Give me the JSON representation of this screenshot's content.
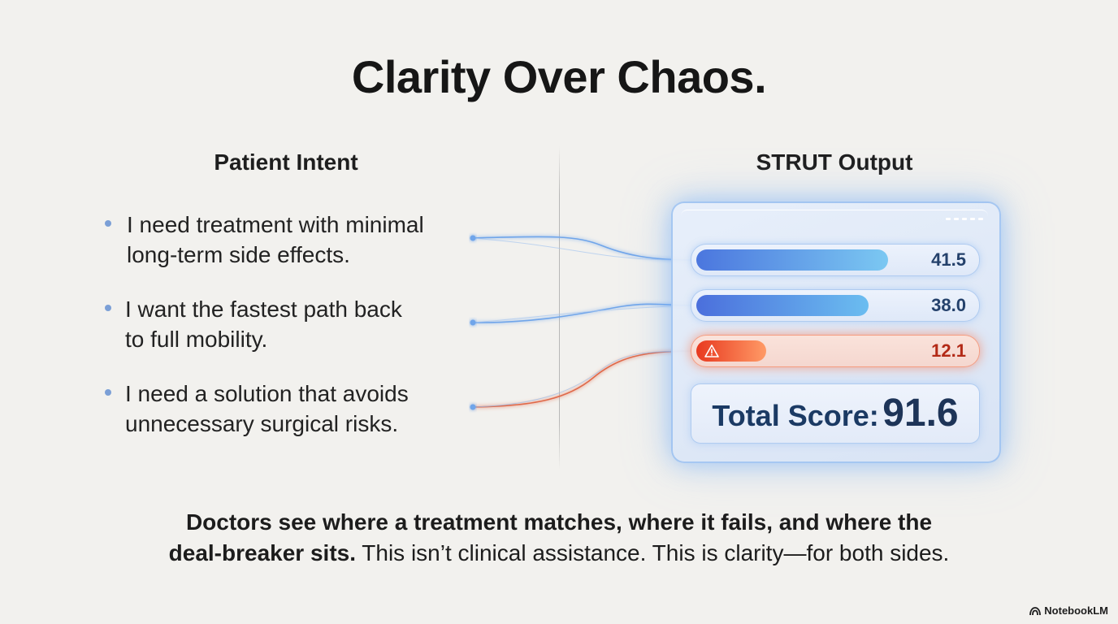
{
  "title": "Clarity Over Chaos.",
  "left_column": {
    "heading": "Patient Intent",
    "items": [
      {
        "line1": "I need treatment with minimal",
        "line2": "long-term side effects."
      },
      {
        "line1": "I want the fastest path back",
        "line2": "to full mobility."
      },
      {
        "line1": "I need a solution that avoids",
        "line2": "unnecessary surgical risks."
      }
    ]
  },
  "right_column": {
    "heading": "STRUT Output",
    "scores": [
      {
        "value": "41.5",
        "fill_fraction": 0.69,
        "status": "normal"
      },
      {
        "value": "38.0",
        "fill_fraction": 0.62,
        "status": "normal"
      },
      {
        "value": "12.1",
        "fill_fraction": 0.25,
        "status": "deal-breaker"
      }
    ],
    "total_label": "Total Score:",
    "total_value": "91.6"
  },
  "footer": {
    "bold_line1": "Doctors see where a treatment matches, where it fails, and where the",
    "bold_line2": "deal-breaker sits.",
    "normal_tail": " This isn’t clinical assistance. This is clarity—for both sides."
  },
  "brand": "NotebookLM",
  "colors": {
    "accent_blue": "#4f7fe0",
    "accent_light_blue": "#7cc6f2",
    "warn_red": "#e84a2c",
    "warn_orange": "#ff8a5c",
    "value_blue": "#24416b",
    "value_red": "#b32a17",
    "bullet": "#7b9fd6"
  }
}
